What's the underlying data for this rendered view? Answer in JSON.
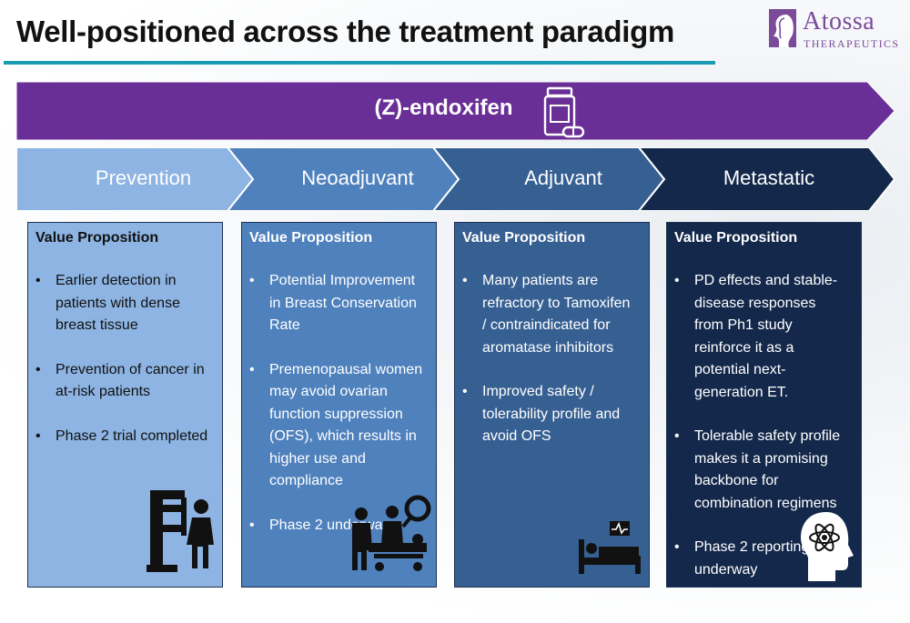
{
  "header": {
    "title": "Well-positioned across the treatment paradigm"
  },
  "logo": {
    "name": "Atossa",
    "subtitle": "THERAPEUTICS"
  },
  "drug": {
    "name": "(Z)-endoxifen"
  },
  "colors": {
    "drug_banner": "#6a2f96",
    "title_rule": "#1a9bb5",
    "prevention": "#8db4e2",
    "neoadjuvant": "#4f81bd",
    "adjuvant": "#376092",
    "metastatic": "#14284b"
  },
  "stages": [
    {
      "label": "Prevention"
    },
    {
      "label": "Neoadjuvant"
    },
    {
      "label": "Adjuvant"
    },
    {
      "label": "Metastatic"
    }
  ],
  "cards": [
    {
      "heading": "Value Proposition",
      "bullets": [
        "Earlier detection in patients with dense breast tissue",
        "Prevention of cancer in at-risk patients",
        "Phase 2 trial completed"
      ],
      "icon": "mammography-icon"
    },
    {
      "heading": "Value Proposition",
      "bullets": [
        "Potential Improvement in Breast Conservation Rate",
        "Premenopausal women may avoid ovarian function suppression (OFS), which results in higher use and compliance",
        "Phase 2 underway"
      ],
      "icon": "surgery-icon"
    },
    {
      "heading": "Value Proposition",
      "bullets": [
        "Many patients are refractory to Tamoxifen / contraindicated for aromatase inhibitors",
        "Improved safety / tolerability profile and avoid OFS"
      ],
      "icon": "hospital-bed-icon"
    },
    {
      "heading": "Value Proposition",
      "bullets": [
        "PD effects and stable-disease responses from Ph1 study reinforce it as a potential next-generation ET.",
        "Tolerable safety profile makes it a promising backbone for combination regimens",
        "Phase 2 reporting underway"
      ],
      "icon": "science-head-icon"
    }
  ]
}
